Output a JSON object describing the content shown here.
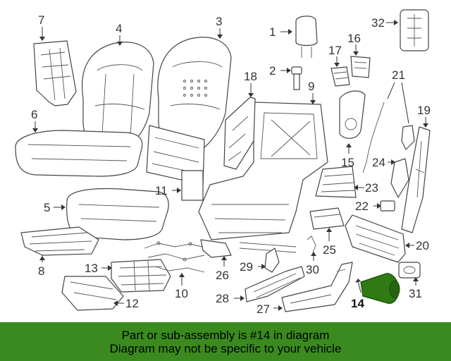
{
  "callouts": [
    {
      "id": "1",
      "text": "1"
    },
    {
      "id": "2",
      "text": "2"
    },
    {
      "id": "3",
      "text": "3"
    },
    {
      "id": "4",
      "text": "4"
    },
    {
      "id": "5",
      "text": "5"
    },
    {
      "id": "6",
      "text": "6"
    },
    {
      "id": "7",
      "text": "7"
    },
    {
      "id": "8",
      "text": "8"
    },
    {
      "id": "9",
      "text": "9"
    },
    {
      "id": "10",
      "text": "10"
    },
    {
      "id": "11",
      "text": "11"
    },
    {
      "id": "12",
      "text": "12"
    },
    {
      "id": "13",
      "text": "13"
    },
    {
      "id": "14",
      "text": "14"
    },
    {
      "id": "15",
      "text": "15"
    },
    {
      "id": "16",
      "text": "16"
    },
    {
      "id": "17",
      "text": "17"
    },
    {
      "id": "18",
      "text": "18"
    },
    {
      "id": "19",
      "text": "19"
    },
    {
      "id": "20",
      "text": "20"
    },
    {
      "id": "21",
      "text": "21"
    },
    {
      "id": "22",
      "text": "22"
    },
    {
      "id": "23",
      "text": "23"
    },
    {
      "id": "24",
      "text": "24"
    },
    {
      "id": "25",
      "text": "25"
    },
    {
      "id": "26",
      "text": "26"
    },
    {
      "id": "27",
      "text": "27"
    },
    {
      "id": "28",
      "text": "28"
    },
    {
      "id": "29",
      "text": "29"
    },
    {
      "id": "30",
      "text": "30"
    },
    {
      "id": "31",
      "text": "31"
    },
    {
      "id": "32",
      "text": "32"
    }
  ],
  "highlighted_part": "14",
  "colors": {
    "banner": "#3b8a1f",
    "highlight_part": "#2f7a12",
    "line": "#444444"
  },
  "banner": {
    "line1": "Part or sub-assembly is #14 in diagram",
    "line2": "Diagram may not be specific to your vehicle"
  }
}
